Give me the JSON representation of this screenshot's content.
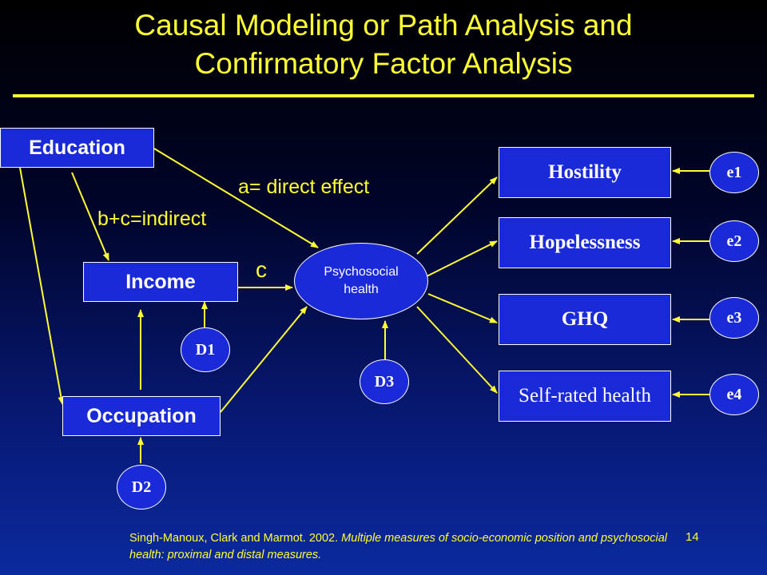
{
  "title": {
    "line1": "Causal Modeling or Path Analysis and",
    "line2": "Confirmatory Factor Analysis"
  },
  "nodes": {
    "education": "Education",
    "income": "Income",
    "occupation": "Occupation",
    "psychosocial_line1": "Psychosocial",
    "psychosocial_line2": "health",
    "hostility": "Hostility",
    "hopelessness": "Hopelessness",
    "ghq": "GHQ",
    "self_rated": "Self-rated health",
    "d1": "D1",
    "d2": "D2",
    "d3": "D3",
    "e1": "e1",
    "e2": "e2",
    "e3": "e3",
    "e4": "e4"
  },
  "labels": {
    "direct": "a= direct effect",
    "indirect": "b+c=indirect",
    "c": "c"
  },
  "citation": {
    "plain": "Singh-Manoux, Clark and Marmot.  2002.",
    "italic": "Multiple measures of socio-economic position and psychosocial health: proximal and distal measures."
  },
  "page_number": "14",
  "colors": {
    "accent": "#ffff33",
    "box_fill": "#1b2ad8",
    "box_border": "#ffffff"
  }
}
